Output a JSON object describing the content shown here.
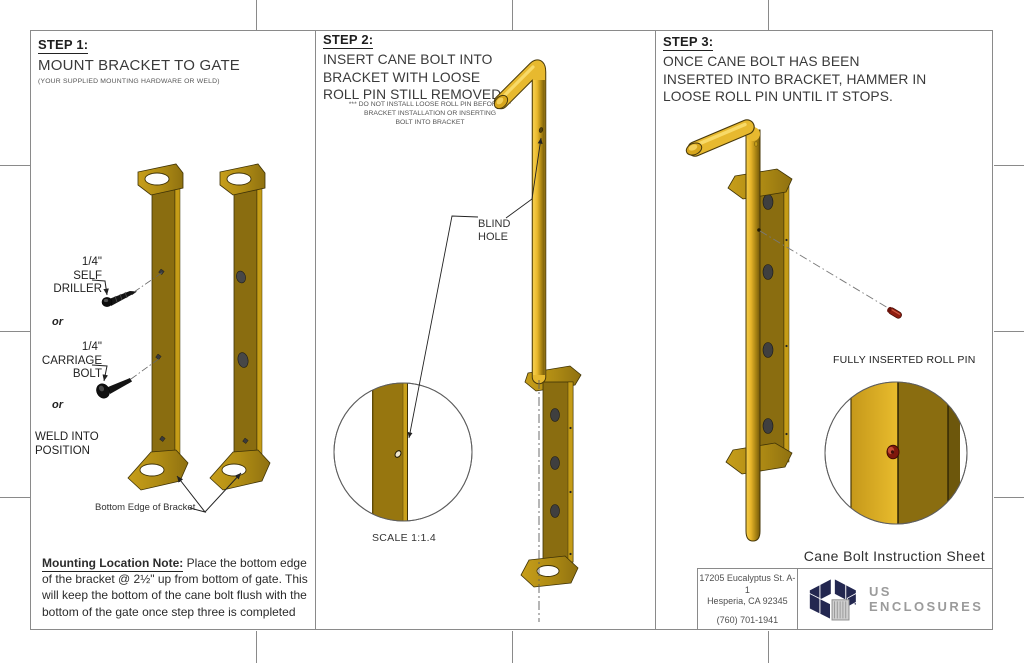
{
  "sheet": {
    "title": "Cane Bolt Instruction Sheet",
    "company": {
      "address1": "17205 Eucalyptus St.  A-1",
      "address2": "Hesperia, CA 92345",
      "phone": "(760) 701-1941",
      "brand": "US ENCLOSURES"
    }
  },
  "step1": {
    "heading": "STEP 1:",
    "title": "MOUNT BRACKET TO GATE",
    "subtitle": "(YOUR SUPPLIED MOUNTING HARDWARE OR WELD)",
    "option_self_driller": [
      "1/4\"",
      "SELF",
      "DRILLER"
    ],
    "or1": "or",
    "option_carriage": [
      "1/4\"",
      "CARRIAGE",
      "BOLT"
    ],
    "or2": "or",
    "option_weld": [
      "WELD INTO",
      "POSITION"
    ],
    "bottom_edge_label": "Bottom Edge of Bracket",
    "note_title": "Mounting Location Note:",
    "note_body": "Place the bottom edge of the bracket @ 2½\" up from bottom of gate. This will keep the bottom of the cane bolt flush with the bottom of the gate once step three is completed"
  },
  "step2": {
    "heading": "STEP 2:",
    "title": [
      "INSERT CANE BOLT INTO",
      "BRACKET WITH LOOSE",
      "ROLL PIN STILL REMOVED"
    ],
    "warning": [
      "*** DO NOT INSTALL LOOSE ROLL PIN BEFORE ***",
      "BRACKET INSTALLATION OR INSERTING",
      "BOLT INTO  BRACKET"
    ],
    "blind_hole": [
      "BLIND",
      "HOLE"
    ],
    "scale": "SCALE 1:1.4"
  },
  "step3": {
    "heading": "STEP 3:",
    "title": [
      "ONCE CANE BOLT HAS BEEN",
      "INSERTED INTO BRACKET, HAMMER IN",
      "LOOSE ROLL PIN UNTIL IT STOPS."
    ],
    "detail_label": "FULLY INSERTED ROLL PIN"
  },
  "colors": {
    "gold_light": "#f4cd4a",
    "gold_mid": "#c59c17",
    "gold_dark": "#8a6d10",
    "pin_red": "#8f1d10",
    "logo_navy": "#232750",
    "brand_gray": "#9b9b9b",
    "line_gray": "#8a8a8a"
  }
}
